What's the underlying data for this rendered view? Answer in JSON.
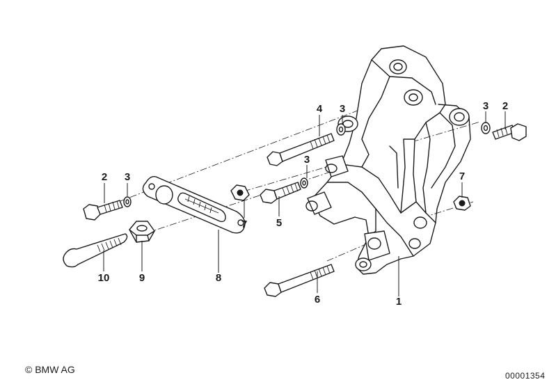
{
  "diagram": {
    "callouts": {
      "c1": "1",
      "c2_left": "2",
      "c2_right": "2",
      "c3_left": "3",
      "c3_top": "3",
      "c3_mid": "3",
      "c3_right": "3",
      "c4": "4",
      "c5": "5",
      "c6": "6",
      "c7_left": "7",
      "c7_right": "7",
      "c8": "8",
      "c9": "9",
      "c10": "10"
    }
  },
  "footer": {
    "copyright": "© BMW AG",
    "diagram_id": "00001354"
  },
  "colors": {
    "ink": "#1a1a1a",
    "background": "#ffffff"
  }
}
